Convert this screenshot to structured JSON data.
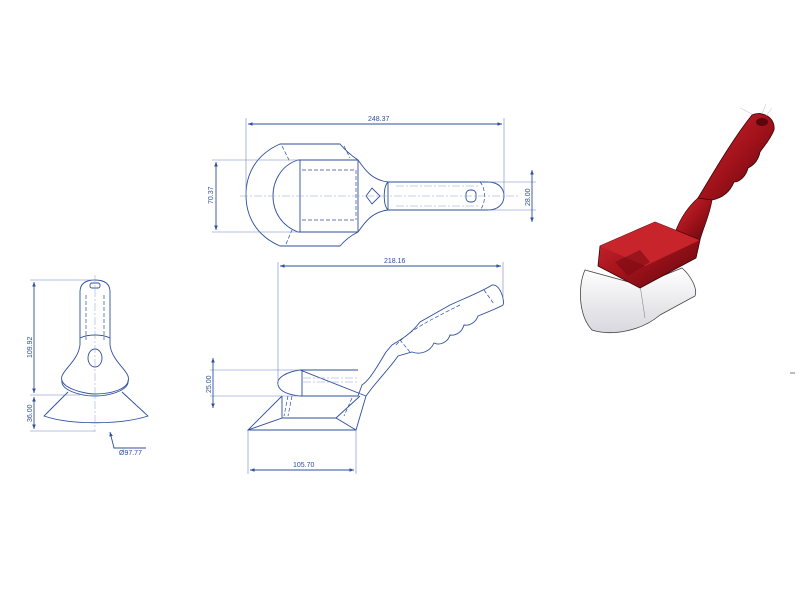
{
  "drawing": {
    "top_view": {
      "overall_length": "248.37",
      "head_width": "70.37",
      "handle_width": "28.00"
    },
    "front_view": {
      "overall_height": "109.92",
      "blade_height": "36.00",
      "blade_radius": "Ø97.77"
    },
    "side_view": {
      "overall_length": "218.16",
      "head_height": "25.00",
      "blade_length": "105.70"
    }
  },
  "colors": {
    "line": "#2d4f9e",
    "handle_red": "#a3121b",
    "blade": "#e8e8ec"
  }
}
